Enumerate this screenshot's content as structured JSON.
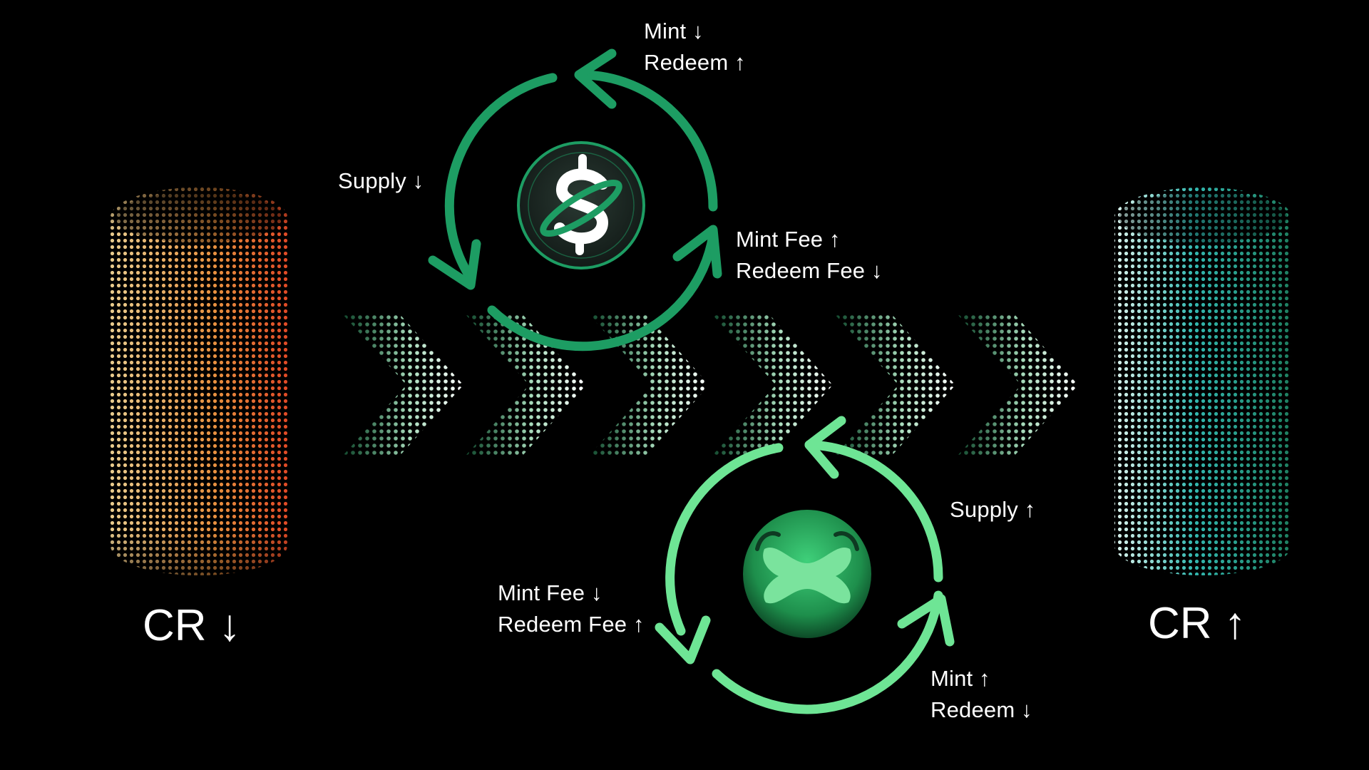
{
  "colors": {
    "background": "#000000",
    "top_cycle": "#1d9d63",
    "bottom_cycle": "#6ee595",
    "low_cr_cylinder": [
      "#e9cc8e",
      "#e04a26"
    ],
    "high_cr_cylinder": [
      "#dff5ef",
      "#1e7e5f"
    ]
  },
  "icons": {
    "top_cycle_icon": "stablecoin-dollar-icon",
    "bottom_cycle_icon": "governance-token-icon",
    "flow_arrows": "dotted-chevron-icon"
  },
  "top_cycle": {
    "labels": {
      "mint": "Mint ↓",
      "redeem": "Redeem ↑",
      "supply": "Supply ↓",
      "mint_fee": "Mint Fee ↑",
      "redeem_fee": "Redeem Fee ↓"
    }
  },
  "bottom_cycle": {
    "labels": {
      "supply": "Supply ↑",
      "mint_fee": "Mint Fee ↓",
      "redeem_fee": "Redeem Fee ↑",
      "mint": "Mint ↑",
      "redeem": "Redeem ↓"
    }
  },
  "left_cylinder": {
    "label": "CR ↓"
  },
  "right_cylinder": {
    "label": "CR ↑"
  }
}
